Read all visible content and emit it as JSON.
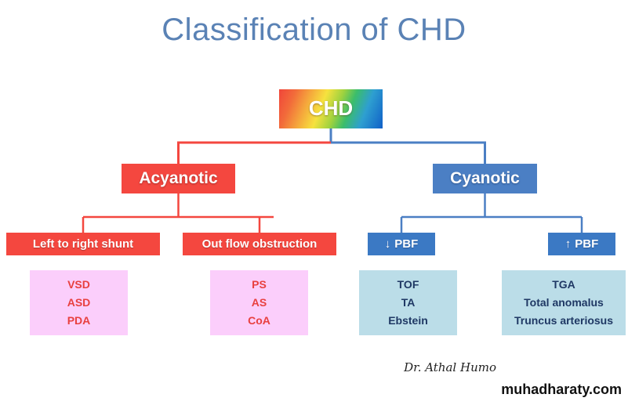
{
  "slide": {
    "title": "Classification of CHD",
    "title_color": "#5a82b5",
    "background": "#ffffff"
  },
  "colors": {
    "red": "#f4473f",
    "blue": "#4b7fc4",
    "blue_dark": "#3b79c4",
    "pink_panel": "#fbcefb",
    "pink_text": "#e8403f",
    "blue_panel": "#bbdde8",
    "blue_text": "#1f3864"
  },
  "tree": {
    "root": {
      "label": "CHD",
      "style": "rainbow-gradient"
    },
    "branches": [
      {
        "label": "Acyanotic",
        "color": "#f4473f",
        "children": [
          {
            "label": "Left to right shunt",
            "color": "#f4473f",
            "panel": {
              "color": "#fbcefb",
              "items": [
                "VSD",
                "ASD",
                "PDA"
              ]
            }
          },
          {
            "label": "Out flow obstruction",
            "color": "#f4473f",
            "panel": {
              "color": "#fbcefb",
              "items": [
                "PS",
                "AS",
                "CoA"
              ]
            }
          }
        ]
      },
      {
        "label": "Cyanotic",
        "color": "#4b7fc4",
        "children": [
          {
            "label": "PBF",
            "arrow": "↓",
            "arrow_name": "arrow-down-icon",
            "color": "#3b79c4",
            "panel": {
              "color": "#bbdde8",
              "items": [
                "TOF",
                "TA",
                "Ebstein"
              ]
            }
          },
          {
            "label": "PBF",
            "arrow": "↑",
            "arrow_name": "arrow-up-icon",
            "color": "#3b79c4",
            "panel": {
              "color": "#bbdde8",
              "items": [
                "TGA",
                "Total anomalus",
                "Truncus arteriosus"
              ]
            }
          }
        ]
      }
    ]
  },
  "footer": {
    "author": "Dr. Athal Humo",
    "website": "muhadharaty.com"
  }
}
